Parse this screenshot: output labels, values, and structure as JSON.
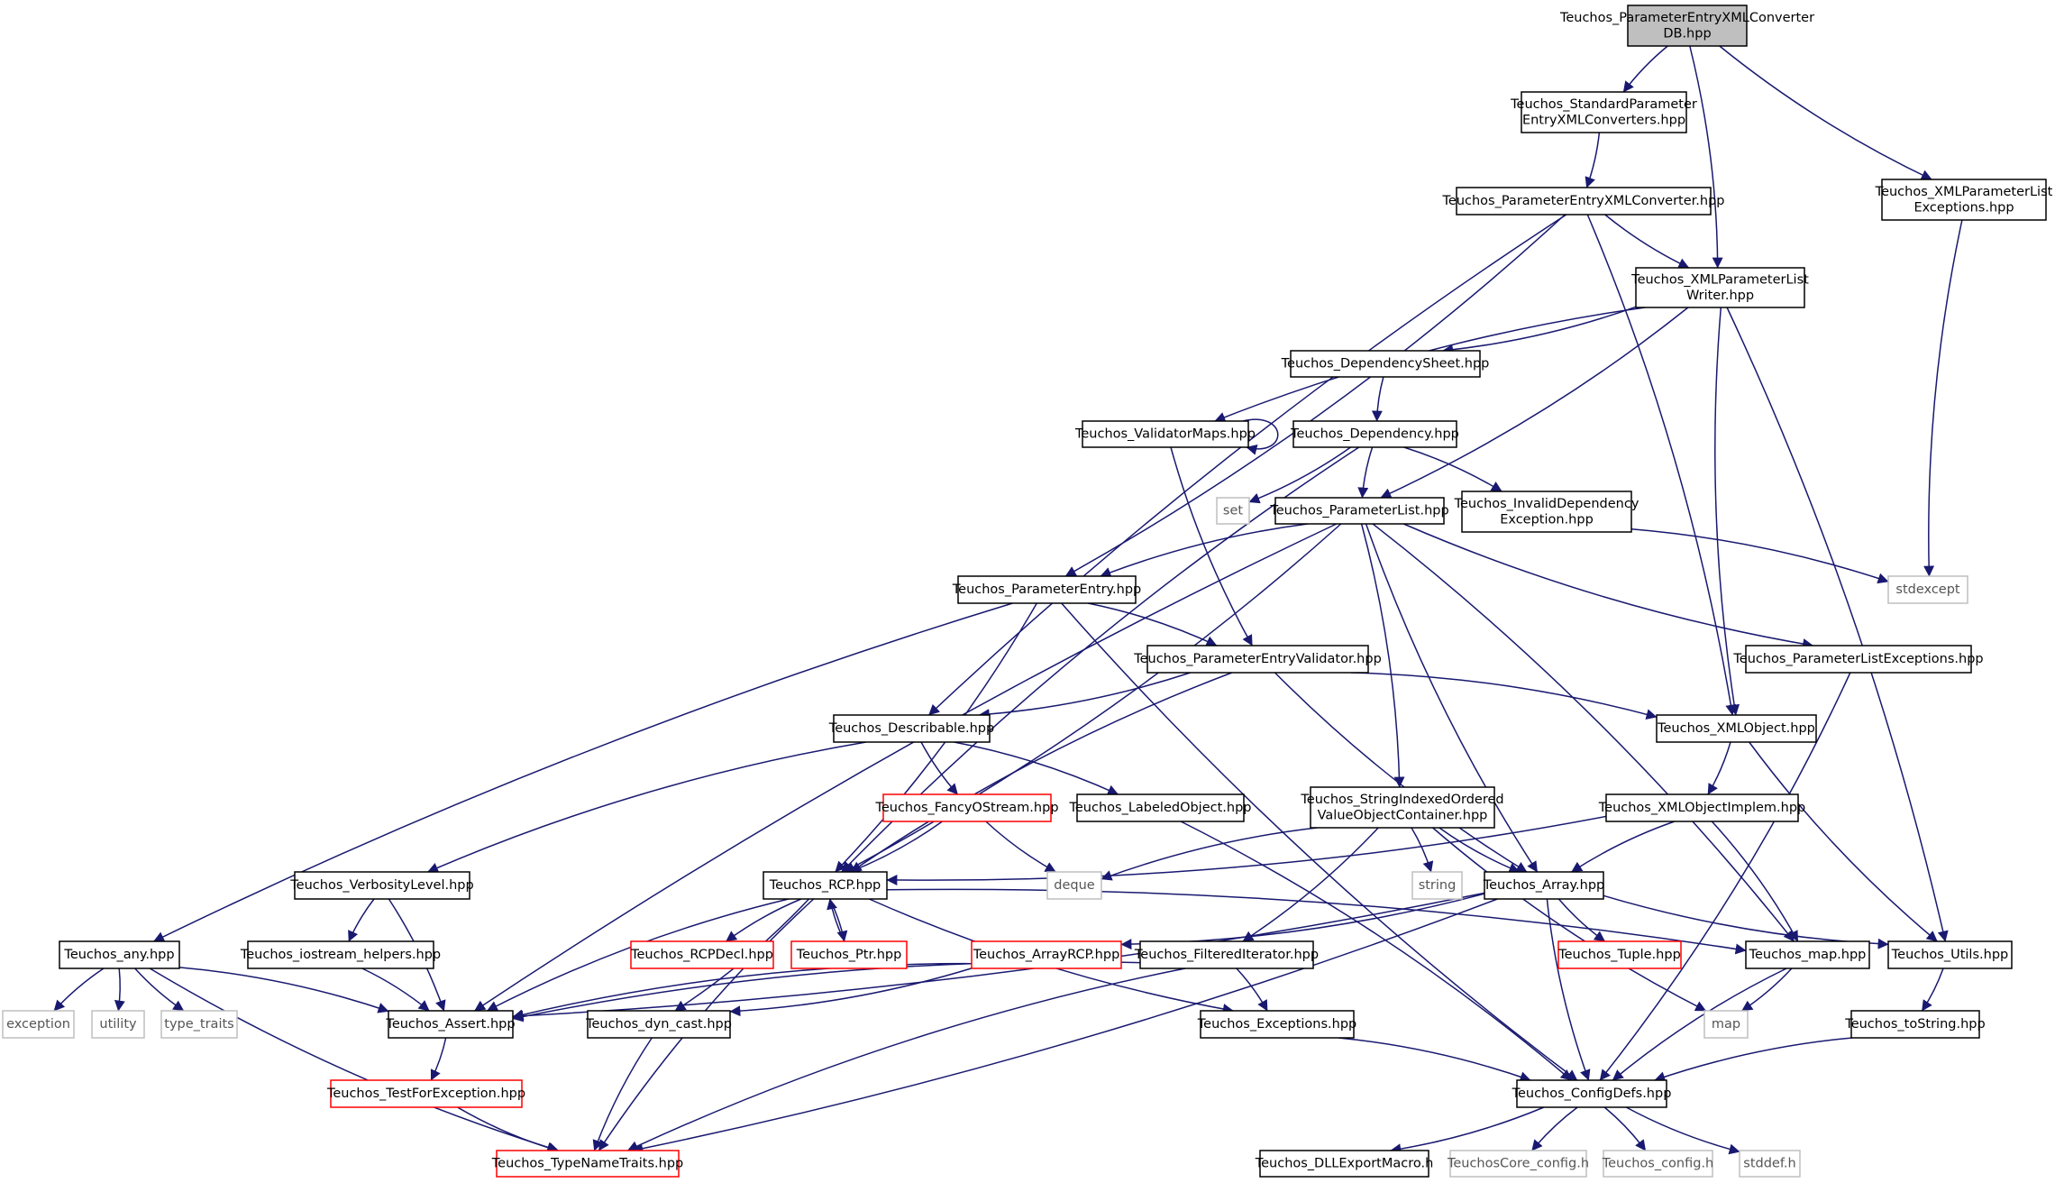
{
  "graph": {
    "colors": {
      "edge": "#191970",
      "root_fill": "#bfbfbf",
      "box_border": "#000000",
      "missing_border": "#ff0000",
      "external_border": "#bfbfbf",
      "external_text": "#555555"
    },
    "nodes": [
      {
        "id": "root",
        "lines": [
          "Teuchos_ParameterEntryXMLConverter",
          "DB.hpp"
        ],
        "kind": "root"
      },
      {
        "id": "stdconv",
        "lines": [
          "Teuchos_StandardParameter",
          "EntryXMLConverters.hpp"
        ],
        "kind": "normal"
      },
      {
        "id": "pexmlconv",
        "lines": [
          "Teuchos_ParameterEntryXMLConverter.hpp"
        ],
        "kind": "normal"
      },
      {
        "id": "xmlplexc",
        "lines": [
          "Teuchos_XMLParameterList",
          "Exceptions.hpp"
        ],
        "kind": "normal"
      },
      {
        "id": "xmlplwriter",
        "lines": [
          "Teuchos_XMLParameterList",
          "Writer.hpp"
        ],
        "kind": "normal"
      },
      {
        "id": "depsheet",
        "lines": [
          "Teuchos_DependencySheet.hpp"
        ],
        "kind": "normal"
      },
      {
        "id": "validatormaps",
        "lines": [
          "Teuchos_ValidatorMaps.hpp"
        ],
        "kind": "normal"
      },
      {
        "id": "dependency",
        "lines": [
          "Teuchos_Dependency.hpp"
        ],
        "kind": "normal"
      },
      {
        "id": "set",
        "lines": [
          "set"
        ],
        "kind": "external"
      },
      {
        "id": "paramlist",
        "lines": [
          "Teuchos_ParameterList.hpp"
        ],
        "kind": "normal"
      },
      {
        "id": "invdep",
        "lines": [
          "Teuchos_InvalidDependency",
          "Exception.hpp"
        ],
        "kind": "normal"
      },
      {
        "id": "stdexcept",
        "lines": [
          "stdexcept"
        ],
        "kind": "external"
      },
      {
        "id": "paramentry",
        "lines": [
          "Teuchos_ParameterEntry.hpp"
        ],
        "kind": "normal"
      },
      {
        "id": "pevalidator",
        "lines": [
          "Teuchos_ParameterEntryValidator.hpp"
        ],
        "kind": "normal"
      },
      {
        "id": "plexc",
        "lines": [
          "Teuchos_ParameterListExceptions.hpp"
        ],
        "kind": "normal"
      },
      {
        "id": "describable",
        "lines": [
          "Teuchos_Describable.hpp"
        ],
        "kind": "normal"
      },
      {
        "id": "xmlobject",
        "lines": [
          "Teuchos_XMLObject.hpp"
        ],
        "kind": "normal"
      },
      {
        "id": "fancyostream",
        "lines": [
          "Teuchos_FancyOStream.hpp"
        ],
        "kind": "missing"
      },
      {
        "id": "labeledobject",
        "lines": [
          "Teuchos_LabeledObject.hpp"
        ],
        "kind": "normal"
      },
      {
        "id": "sivoc",
        "lines": [
          "Teuchos_StringIndexedOrdered",
          "ValueObjectContainer.hpp"
        ],
        "kind": "normal"
      },
      {
        "id": "xmlobjimplem",
        "lines": [
          "Teuchos_XMLObjectImplem.hpp"
        ],
        "kind": "normal"
      },
      {
        "id": "verbosity",
        "lines": [
          "Teuchos_VerbosityLevel.hpp"
        ],
        "kind": "normal"
      },
      {
        "id": "rcp",
        "lines": [
          "Teuchos_RCP.hpp"
        ],
        "kind": "normal"
      },
      {
        "id": "deque",
        "lines": [
          "deque"
        ],
        "kind": "external"
      },
      {
        "id": "string",
        "lines": [
          "string"
        ],
        "kind": "external"
      },
      {
        "id": "array",
        "lines": [
          "Teuchos_Array.hpp"
        ],
        "kind": "normal"
      },
      {
        "id": "any",
        "lines": [
          "Teuchos_any.hpp"
        ],
        "kind": "normal"
      },
      {
        "id": "iostreamhelpers",
        "lines": [
          "Teuchos_iostream_helpers.hpp"
        ],
        "kind": "normal"
      },
      {
        "id": "rcpdecl",
        "lines": [
          "Teuchos_RCPDecl.hpp"
        ],
        "kind": "missing"
      },
      {
        "id": "ptr",
        "lines": [
          "Teuchos_Ptr.hpp"
        ],
        "kind": "missing"
      },
      {
        "id": "arrayrcp",
        "lines": [
          "Teuchos_ArrayRCP.hpp"
        ],
        "kind": "missing"
      },
      {
        "id": "filtered",
        "lines": [
          "Teuchos_FilteredIterator.hpp"
        ],
        "kind": "normal"
      },
      {
        "id": "tuple",
        "lines": [
          "Teuchos_Tuple.hpp"
        ],
        "kind": "missing"
      },
      {
        "id": "maphpp",
        "lines": [
          "Teuchos_map.hpp"
        ],
        "kind": "normal"
      },
      {
        "id": "utils",
        "lines": [
          "Teuchos_Utils.hpp"
        ],
        "kind": "normal"
      },
      {
        "id": "exception",
        "lines": [
          "exception"
        ],
        "kind": "external"
      },
      {
        "id": "utility",
        "lines": [
          "utility"
        ],
        "kind": "external"
      },
      {
        "id": "typetraits",
        "lines": [
          "type_traits"
        ],
        "kind": "external"
      },
      {
        "id": "assert",
        "lines": [
          "Teuchos_Assert.hpp"
        ],
        "kind": "normal"
      },
      {
        "id": "dyncast",
        "lines": [
          "Teuchos_dyn_cast.hpp"
        ],
        "kind": "normal"
      },
      {
        "id": "exceptions",
        "lines": [
          "Teuchos_Exceptions.hpp"
        ],
        "kind": "normal"
      },
      {
        "id": "map",
        "lines": [
          "map"
        ],
        "kind": "external"
      },
      {
        "id": "tostring",
        "lines": [
          "Teuchos_toString.hpp"
        ],
        "kind": "normal"
      },
      {
        "id": "testforexc",
        "lines": [
          "Teuchos_TestForException.hpp"
        ],
        "kind": "missing"
      },
      {
        "id": "configdefs",
        "lines": [
          "Teuchos_ConfigDefs.hpp"
        ],
        "kind": "normal"
      },
      {
        "id": "typenametraits",
        "lines": [
          "Teuchos_TypeNameTraits.hpp"
        ],
        "kind": "missing"
      },
      {
        "id": "dllexport",
        "lines": [
          "Teuchos_DLLExportMacro.h"
        ],
        "kind": "normal"
      },
      {
        "id": "coreconfig",
        "lines": [
          "TeuchosCore_config.h"
        ],
        "kind": "external"
      },
      {
        "id": "config",
        "lines": [
          "Teuchos_config.h"
        ],
        "kind": "external"
      },
      {
        "id": "stddef",
        "lines": [
          "stddef.h"
        ],
        "kind": "external"
      }
    ],
    "edges": [
      [
        "root",
        "stdconv"
      ],
      [
        "root",
        "xmlplwriter"
      ],
      [
        "root",
        "xmlplexc"
      ],
      [
        "stdconv",
        "pexmlconv"
      ],
      [
        "pexmlconv",
        "xmlplwriter"
      ],
      [
        "pexmlconv",
        "paramentry"
      ],
      [
        "pexmlconv",
        "describable"
      ],
      [
        "pexmlconv",
        "xmlobject"
      ],
      [
        "xmlplexc",
        "stdexcept"
      ],
      [
        "xmlplwriter",
        "depsheet"
      ],
      [
        "xmlplwriter",
        "validatormaps"
      ],
      [
        "xmlplwriter",
        "paramlist"
      ],
      [
        "xmlplwriter",
        "xmlobject"
      ],
      [
        "xmlplwriter",
        "utils"
      ],
      [
        "depsheet",
        "dependency"
      ],
      [
        "validatormaps",
        "validatormaps"
      ],
      [
        "validatormaps",
        "pevalidator"
      ],
      [
        "dependency",
        "set"
      ],
      [
        "dependency",
        "paramlist"
      ],
      [
        "dependency",
        "invdep"
      ],
      [
        "dependency",
        "rcp"
      ],
      [
        "invdep",
        "stdexcept"
      ],
      [
        "paramlist",
        "paramentry"
      ],
      [
        "paramlist",
        "rcp"
      ],
      [
        "paramlist",
        "assert"
      ],
      [
        "paramlist",
        "sivoc"
      ],
      [
        "paramlist",
        "array"
      ],
      [
        "paramlist",
        "maphpp"
      ],
      [
        "paramlist",
        "plexc"
      ],
      [
        "paramentry",
        "pevalidator"
      ],
      [
        "paramentry",
        "any"
      ],
      [
        "paramentry",
        "rcp"
      ],
      [
        "paramentry",
        "configdefs"
      ],
      [
        "pevalidator",
        "describable"
      ],
      [
        "pevalidator",
        "rcp"
      ],
      [
        "pevalidator",
        "xmlobject"
      ],
      [
        "pevalidator",
        "array"
      ],
      [
        "plexc",
        "configdefs"
      ],
      [
        "describable",
        "fancyostream"
      ],
      [
        "describable",
        "labeledobject"
      ],
      [
        "describable",
        "verbosity"
      ],
      [
        "xmlobject",
        "xmlobjimplem"
      ],
      [
        "xmlobject",
        "utils"
      ],
      [
        "fancyostream",
        "rcp"
      ],
      [
        "fancyostream",
        "deque"
      ],
      [
        "labeledobject",
        "configdefs"
      ],
      [
        "sivoc",
        "array"
      ],
      [
        "sivoc",
        "filtered"
      ],
      [
        "sivoc",
        "deque"
      ],
      [
        "sivoc",
        "string"
      ],
      [
        "sivoc",
        "map"
      ],
      [
        "xmlobjimplem",
        "rcp"
      ],
      [
        "xmlobjimplem",
        "array"
      ],
      [
        "xmlobjimplem",
        "maphpp"
      ],
      [
        "verbosity",
        "iostreamhelpers"
      ],
      [
        "verbosity",
        "assert"
      ],
      [
        "rcp",
        "rcpdecl"
      ],
      [
        "rcp",
        "ptr"
      ],
      [
        "rcp",
        "assert"
      ],
      [
        "rcp",
        "dyncast"
      ],
      [
        "rcp",
        "exceptions"
      ],
      [
        "rcp",
        "maphpp"
      ],
      [
        "rcp",
        "typenametraits"
      ],
      [
        "ptr",
        "rcp"
      ],
      [
        "array",
        "tuple"
      ],
      [
        "array",
        "arrayrcp"
      ],
      [
        "array",
        "utils"
      ],
      [
        "array",
        "assert"
      ],
      [
        "array",
        "configdefs"
      ],
      [
        "array",
        "typenametraits"
      ],
      [
        "any",
        "exception"
      ],
      [
        "any",
        "utility"
      ],
      [
        "any",
        "typetraits"
      ],
      [
        "any",
        "assert"
      ],
      [
        "any",
        "typenametraits"
      ],
      [
        "iostreamhelpers",
        "assert"
      ],
      [
        "arrayrcp",
        "assert"
      ],
      [
        "arrayrcp",
        "dyncast"
      ],
      [
        "filtered",
        "assert"
      ],
      [
        "filtered",
        "exceptions"
      ],
      [
        "filtered",
        "typenametraits"
      ],
      [
        "maphpp",
        "map"
      ],
      [
        "maphpp",
        "configdefs"
      ],
      [
        "utils",
        "tostring"
      ],
      [
        "tostring",
        "configdefs"
      ],
      [
        "assert",
        "testforexc"
      ],
      [
        "dyncast",
        "typenametraits"
      ],
      [
        "exceptions",
        "configdefs"
      ],
      [
        "testforexc",
        "typenametraits"
      ],
      [
        "configdefs",
        "dllexport"
      ],
      [
        "configdefs",
        "coreconfig"
      ],
      [
        "configdefs",
        "config"
      ],
      [
        "configdefs",
        "stddef"
      ]
    ]
  }
}
